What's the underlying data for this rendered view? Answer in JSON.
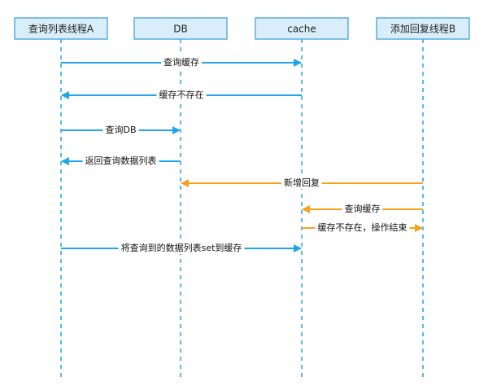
{
  "colors": {
    "blue": "#1ea6e8",
    "orange": "#f6a21b",
    "lifeline": "#5fb8e6",
    "box_fill": "#d9eefa",
    "box_stroke": "#5aaedf"
  },
  "participants": [
    {
      "id": "threadA",
      "label": "查询列表线程A"
    },
    {
      "id": "db",
      "label": "DB"
    },
    {
      "id": "cache",
      "label": "cache"
    },
    {
      "id": "threadB",
      "label": "添加回复线程B"
    }
  ],
  "messages": [
    {
      "from": "threadA",
      "to": "cache",
      "label": "查询缓存",
      "color": "blue"
    },
    {
      "from": "cache",
      "to": "threadA",
      "label": "缓存不存在",
      "color": "blue"
    },
    {
      "from": "threadA",
      "to": "db",
      "label": "查询DB",
      "color": "blue"
    },
    {
      "from": "db",
      "to": "threadA",
      "label": "返回查询数据列表",
      "color": "blue"
    },
    {
      "from": "threadB",
      "to": "db",
      "label": "新增回复",
      "color": "orange"
    },
    {
      "from": "threadB",
      "to": "cache",
      "label": "查询缓存",
      "color": "orange"
    },
    {
      "from": "cache",
      "to": "threadB",
      "label": "缓存不存在，操作结束",
      "color": "orange"
    },
    {
      "from": "threadA",
      "to": "cache",
      "label": "将查询到的数据列表set到缓存",
      "color": "blue"
    }
  ]
}
